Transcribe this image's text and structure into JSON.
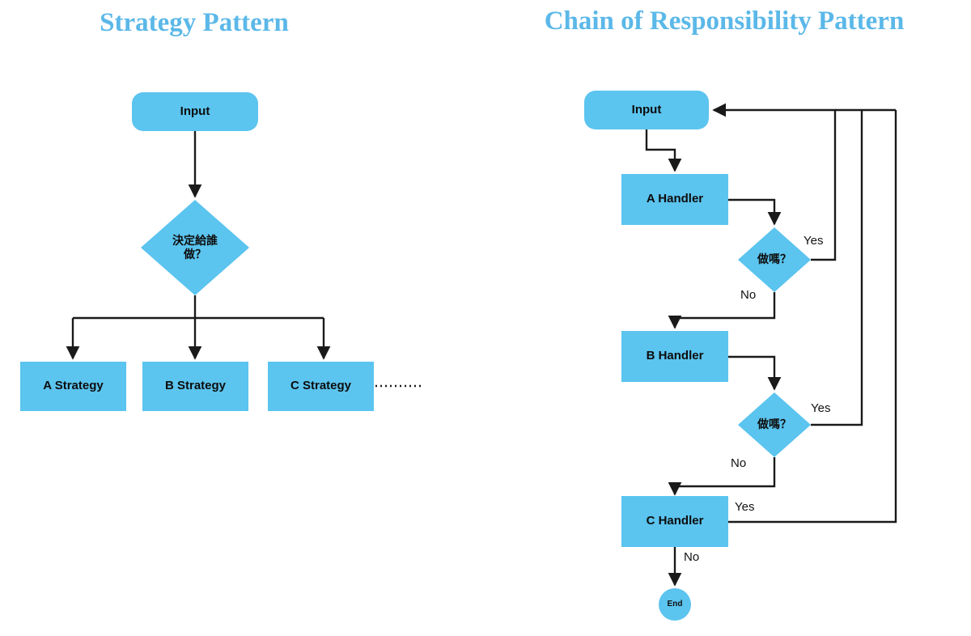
{
  "theme": {
    "title_color": "#5BB8E8",
    "node_fill": "#5BC4EF",
    "node_text": "#0d0d0d",
    "line_color": "#1a1a1a",
    "background": "#ffffff"
  },
  "strategy_diagram": {
    "title": "Strategy Pattern",
    "nodes": {
      "input": {
        "label": "Input",
        "shape": "rounded-rect"
      },
      "decision": {
        "label_line1": "決定給誰",
        "label_line2": "做？",
        "shape": "diamond"
      },
      "strategy_a": {
        "label": "A Strategy",
        "shape": "rect"
      },
      "strategy_b": {
        "label": "B Strategy",
        "shape": "rect"
      },
      "strategy_c": {
        "label": "C Strategy",
        "shape": "rect"
      }
    },
    "edges": [
      {
        "from": "input",
        "to": "decision",
        "label": "",
        "style": "solid"
      },
      {
        "from": "decision",
        "to": "strategy_a",
        "label": "",
        "style": "solid"
      },
      {
        "from": "decision",
        "to": "strategy_b",
        "label": "",
        "style": "solid"
      },
      {
        "from": "decision",
        "to": "strategy_c",
        "label": "",
        "style": "solid"
      },
      {
        "from": "strategy_c",
        "to": "more",
        "label": "",
        "style": "dotted"
      }
    ]
  },
  "chain_diagram": {
    "title": "Chain of Responsibility Pattern",
    "nodes": {
      "input": {
        "label": "Input",
        "shape": "rounded-rect"
      },
      "handler_a": {
        "label": "A Handler",
        "shape": "rect"
      },
      "decision_a": {
        "label": "做嗎？",
        "shape": "diamond"
      },
      "handler_b": {
        "label": "B Handler",
        "shape": "rect"
      },
      "decision_b": {
        "label": "做嗎？",
        "shape": "diamond"
      },
      "handler_c": {
        "label": "C Handler",
        "shape": "rect"
      },
      "end": {
        "label": "End",
        "shape": "circle"
      }
    },
    "edge_labels": {
      "yes_a": "Yes",
      "no_a": "No",
      "yes_b": "Yes",
      "no_b": "No",
      "yes_c": "Yes",
      "no_c": "No"
    },
    "edges": [
      {
        "from": "input",
        "to": "handler_a",
        "label": "",
        "style": "solid"
      },
      {
        "from": "handler_a",
        "to": "decision_a",
        "label": "",
        "style": "solid"
      },
      {
        "from": "decision_a",
        "to": "input",
        "label": "Yes",
        "style": "solid"
      },
      {
        "from": "decision_a",
        "to": "handler_b",
        "label": "No",
        "style": "solid"
      },
      {
        "from": "handler_b",
        "to": "decision_b",
        "label": "",
        "style": "solid"
      },
      {
        "from": "decision_b",
        "to": "input",
        "label": "Yes",
        "style": "solid"
      },
      {
        "from": "decision_b",
        "to": "handler_c",
        "label": "No",
        "style": "solid"
      },
      {
        "from": "handler_c",
        "to": "input",
        "label": "Yes",
        "style": "solid"
      },
      {
        "from": "handler_c",
        "to": "end",
        "label": "No",
        "style": "solid"
      }
    ]
  }
}
